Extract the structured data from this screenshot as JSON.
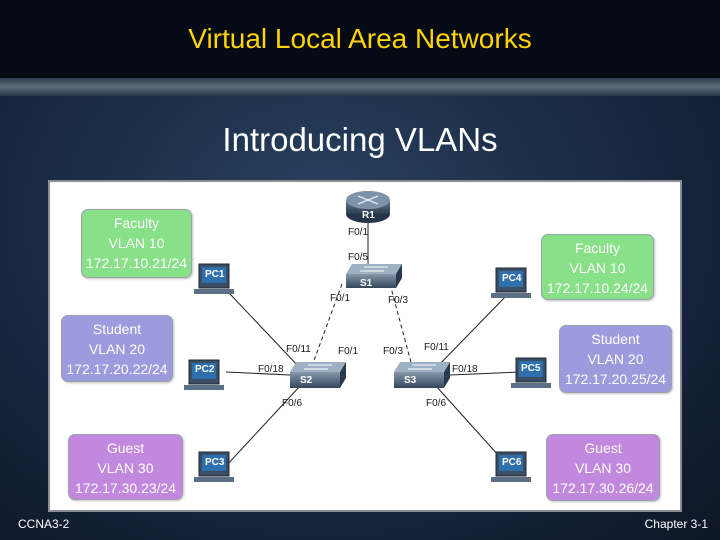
{
  "header": {
    "title": "Virtual Local Area Networks",
    "subtitle": "Introducing VLANs"
  },
  "footer": {
    "left": "CCNA3-2",
    "right": "Chapter 3-1"
  },
  "colors": {
    "title": "#ffd400",
    "faculty": "#88e088",
    "student": "#9b9bdd",
    "guest": "#c288dd"
  },
  "devices": {
    "router": "R1",
    "switches": [
      "S1",
      "S2",
      "S3"
    ],
    "pcs": [
      "PC1",
      "PC2",
      "PC3",
      "PC4",
      "PC5",
      "PC6"
    ]
  },
  "vlan_boxes": {
    "faculty_left": {
      "line1": "Faculty",
      "line2": "VLAN 10",
      "line3": "172.17.10.21/24"
    },
    "student_left": {
      "line1": "Student",
      "line2": "VLAN 20",
      "line3": "172.17.20.22/24"
    },
    "guest_left": {
      "line1": "Guest",
      "line2": "VLAN 30",
      "line3": "172.17.30.23/24"
    },
    "faculty_right": {
      "line1": "Faculty",
      "line2": "VLAN 10",
      "line3": "172.17.10.24/24"
    },
    "student_right": {
      "line1": "Student",
      "line2": "VLAN 20",
      "line3": "172.17.20.25/24"
    },
    "guest_right": {
      "line1": "Guest",
      "line2": "VLAN 30",
      "line3": "172.17.30.26/24"
    }
  },
  "ports": {
    "r1": "F0/1",
    "s1_up": "F0/5",
    "s1_left": "F0/1",
    "s1_right": "F0/3",
    "s2_top": "F0/11",
    "s2_uplink": "F0/1",
    "s2_left": "F0/18",
    "s2_bottom": "F0/6",
    "s3_uplink": "F0/3",
    "s3_top": "F0/11",
    "s3_right": "F0/18",
    "s3_bottom": "F0/6"
  }
}
